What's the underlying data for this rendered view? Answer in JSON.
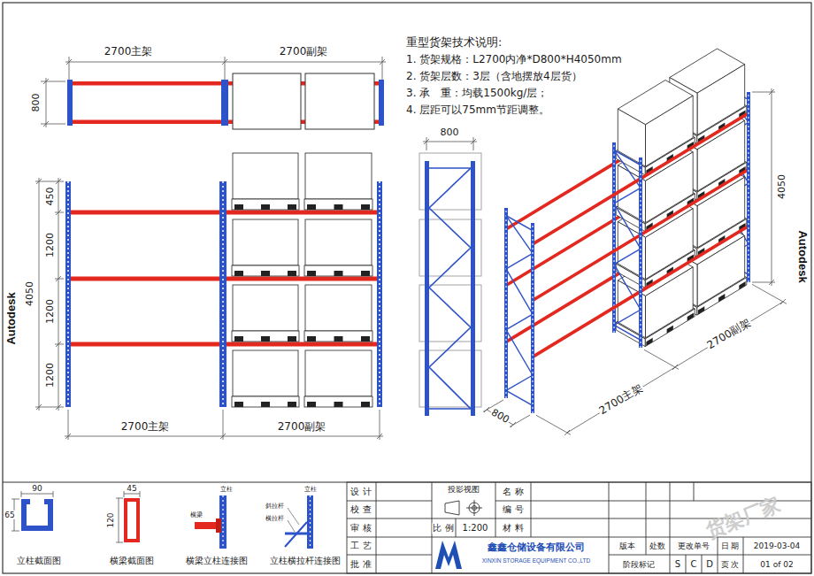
{
  "diagram": {
    "labels": [
      "2700主架",
      "2700副架",
      "800",
      "重型货架技术说明:",
      "1. 货架规格：L2700内净*D800*H4050mm",
      "2. 货架层数：3层（含地摆放4层货）",
      "3. 承　重：均载1500kg/层；",
      "4. 层距可以75mm节距调整。",
      "450",
      "1200",
      "1200",
      "1200",
      "4050",
      "2700主架",
      "2700副架",
      "800",
      "4050",
      "2700主架",
      "2700副架",
      "800",
      "Autodesk",
      "Autodesk",
      "90",
      "65",
      "立柱截面图",
      "45",
      "120",
      "横梁截面图",
      "立柱",
      "横梁",
      "横梁立柱连接图",
      "立柱",
      "斜拉杆",
      "横拉杆",
      "立柱横拉杆连接图",
      "设 计",
      "校 查",
      "审 核",
      "工 艺",
      "批 准",
      "投影视图",
      "名 称",
      "编 号",
      "比 例",
      "1:200",
      "材 料",
      "鑫鑫仓储设备有限公司",
      "XINXIN STORAGE EQUIPMENT CO.,LTD",
      "版本",
      "处数",
      "更改单号",
      "日 期",
      "2019-03-04",
      "阶段标记",
      "S",
      "C",
      "D",
      "页 次",
      "01 of 02",
      "货架厂家"
    ]
  }
}
